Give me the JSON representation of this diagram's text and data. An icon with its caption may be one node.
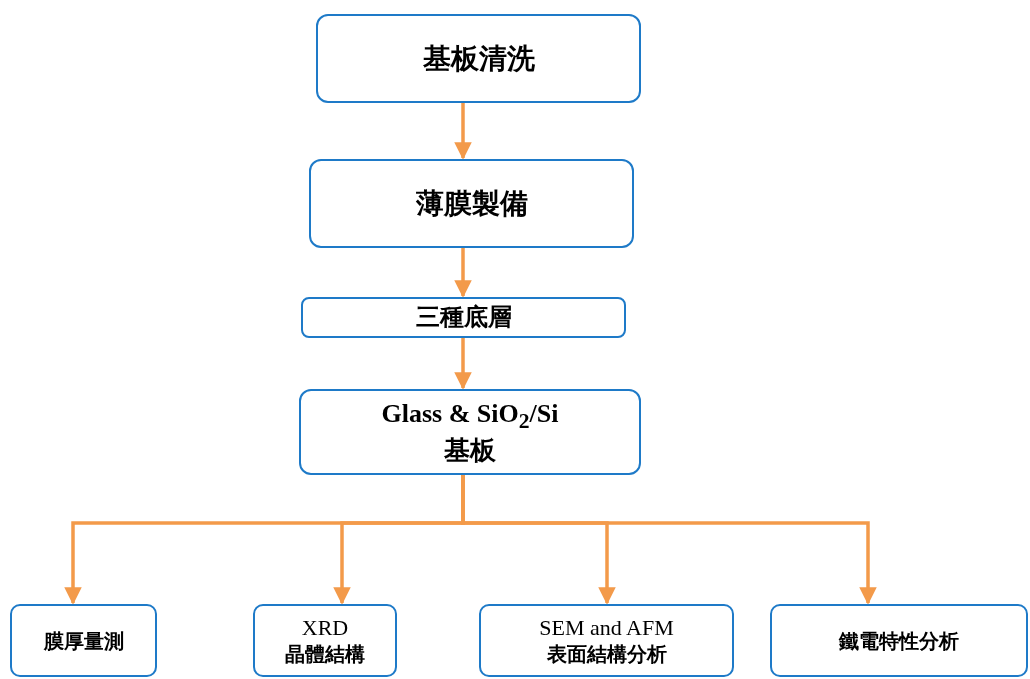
{
  "diagram": {
    "nodes": [
      {
        "text": [
          "基板清洗"
        ]
      },
      {
        "text": [
          "薄膜製備"
        ]
      },
      {
        "text": [
          "三種底層"
        ]
      },
      {
        "text": [
          "Glass & SiO$_{2}$/Si",
          "基板"
        ]
      },
      {
        "text": [
          "膜厚量測"
        ]
      },
      {
        "text": [
          "XRD",
          "晶體結構"
        ]
      },
      {
        "text": [
          "SEM and AFM",
          "表面結構分析"
        ]
      },
      {
        "text": [
          "鐵電特性分析"
        ]
      }
    ],
    "edges": [
      {
        "from": 0,
        "to": 1,
        "arrow": "to"
      },
      {
        "from": 1,
        "to": 2,
        "arrow": "to"
      },
      {
        "from": 2,
        "to": 3,
        "arrow": "to"
      },
      {
        "from": 3,
        "to": 4,
        "arrow": "to"
      },
      {
        "from": 3,
        "to": 5,
        "arrow": "to"
      },
      {
        "from": 3,
        "to": 6,
        "arrow": "to"
      },
      {
        "from": 3,
        "to": 7,
        "arrow": "to"
      }
    ]
  }
}
